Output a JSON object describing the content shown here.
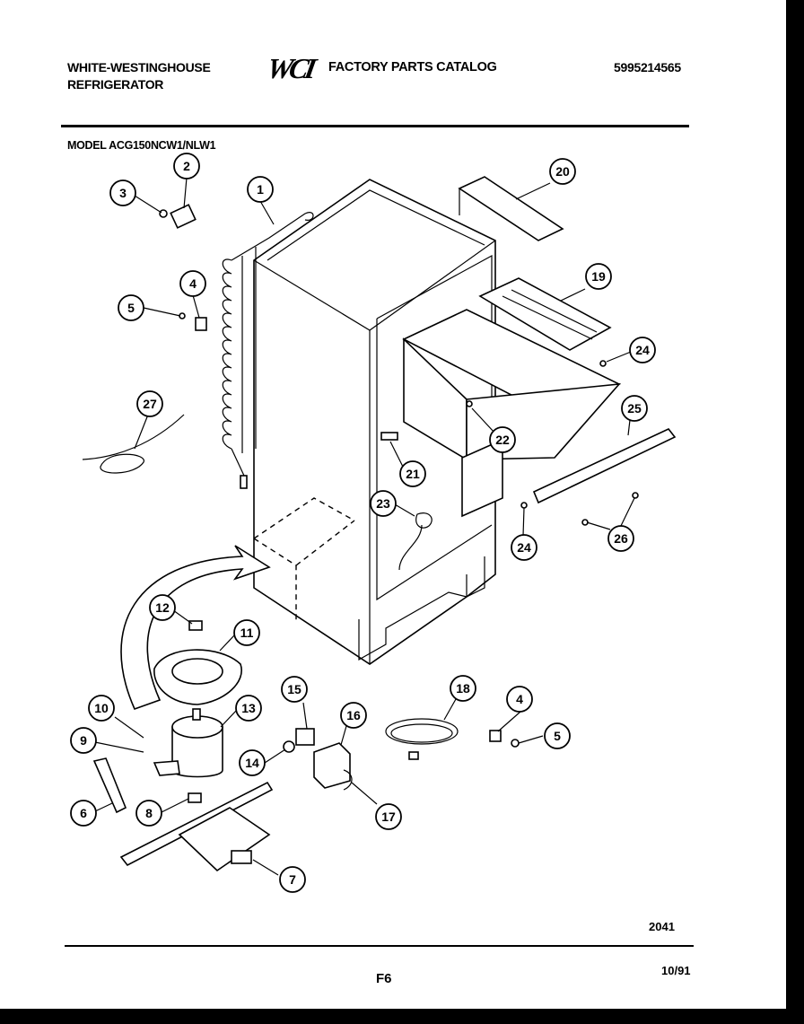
{
  "header": {
    "brand_line1": "WHITE-WESTINGHOUSE",
    "brand_line2": "REFRIGERATOR",
    "logo": "WCI",
    "catalog_title": "FACTORY PARTS CATALOG",
    "catalog_number": "5995214565",
    "model": "MODEL ACG150NCW1/NLW1"
  },
  "callouts": [
    "1",
    "2",
    "3",
    "4",
    "5",
    "27",
    "20",
    "19",
    "24",
    "25",
    "22",
    "21",
    "23",
    "24",
    "26",
    "12",
    "11",
    "10",
    "9",
    "13",
    "14",
    "15",
    "16",
    "18",
    "4",
    "5",
    "6",
    "8",
    "17",
    "7"
  ],
  "footer": {
    "drawing_number": "2041",
    "page": "F6",
    "date": "10/91"
  }
}
